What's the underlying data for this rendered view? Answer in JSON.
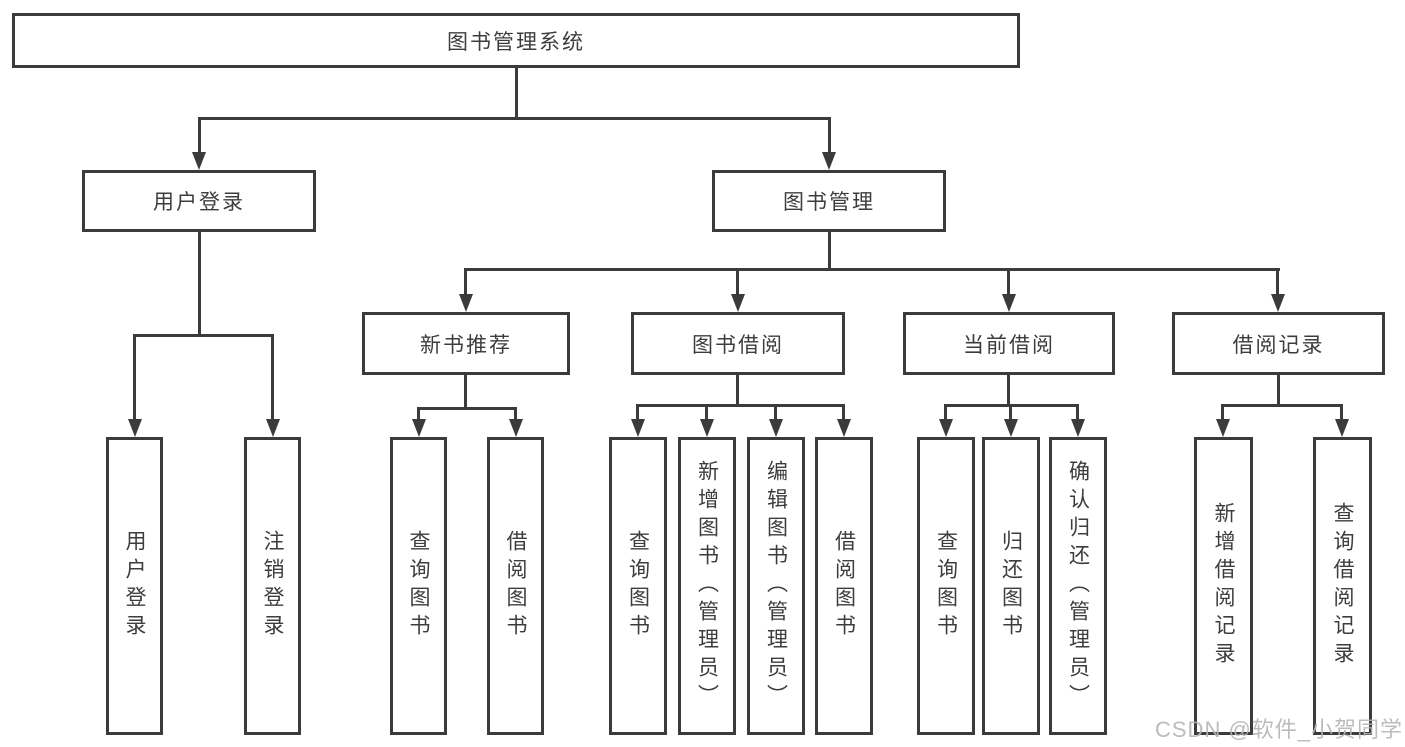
{
  "colors": {
    "line": "#3b3b3b",
    "box_border": "#3b3b3b",
    "box_background": "#ffffff",
    "text": "#3d3d3d",
    "watermark": "#b5b5b5",
    "page_background": "#ffffff"
  },
  "watermark": {
    "text": "CSDN @软件_小贺同学"
  },
  "tree": {
    "root": {
      "label": "图书管理系统",
      "children": [
        {
          "label": "用户登录",
          "children": [
            {
              "label": "用户登录"
            },
            {
              "label": "注销登录"
            }
          ]
        },
        {
          "label": "图书管理",
          "children": [
            {
              "label": "新书推荐",
              "children": [
                {
                  "label": "查询图书"
                },
                {
                  "label": "借阅图书"
                }
              ]
            },
            {
              "label": "图书借阅",
              "children": [
                {
                  "label": "查询图书"
                },
                {
                  "label": "新增图书（管理员）"
                },
                {
                  "label": "编辑图书（管理员）"
                },
                {
                  "label": "借阅图书"
                }
              ]
            },
            {
              "label": "当前借阅",
              "children": [
                {
                  "label": "查询图书"
                },
                {
                  "label": "归还图书"
                },
                {
                  "label": "确认归还（管理员）"
                }
              ]
            },
            {
              "label": "借阅记录",
              "children": [
                {
                  "label": "新增借阅记录"
                },
                {
                  "label": "查询借阅记录"
                }
              ]
            }
          ]
        }
      ]
    }
  }
}
